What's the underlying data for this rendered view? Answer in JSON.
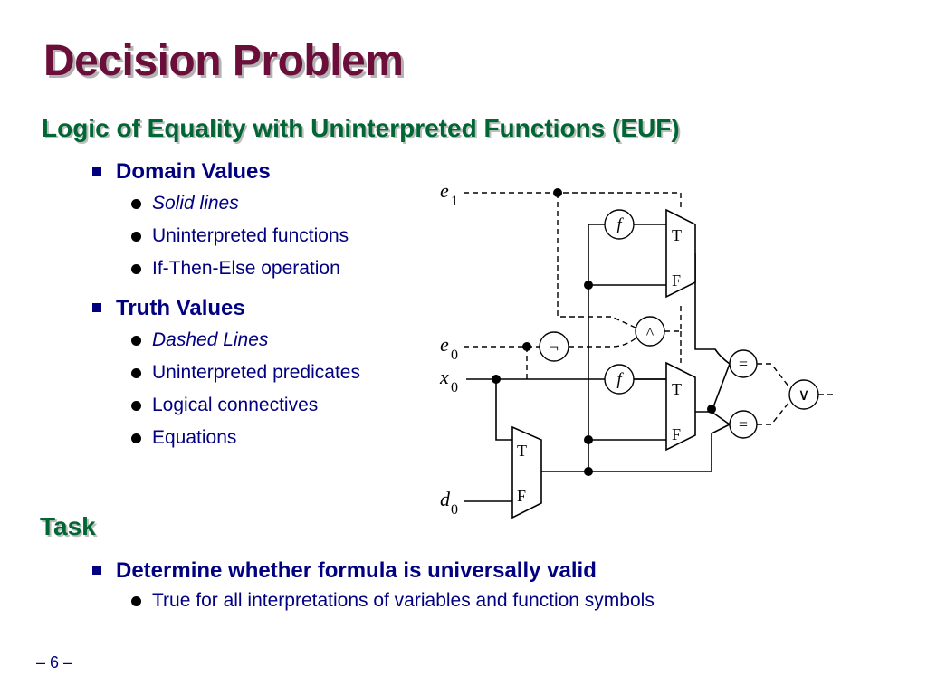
{
  "slide": {
    "title": "Decision Problem",
    "subtitle": "Logic of Equality with Uninterpreted Functions (EUF)",
    "sections": [
      {
        "heading": "Domain Values",
        "items": [
          "Solid lines",
          "Uninterpreted functions",
          "If-Then-Else operation"
        ]
      },
      {
        "heading": "Truth Values",
        "items": [
          "Dashed Lines",
          "Uninterpreted predicates",
          "Logical connectives",
          "Equations"
        ]
      }
    ],
    "task": {
      "heading": "Task",
      "item": "Determine whether formula is universally valid",
      "subitem": "True for all interpretations of variables and function symbols"
    },
    "page_number": "– 6 –"
  },
  "circuit": {
    "inputs": [
      {
        "var": "e",
        "sub": "1"
      },
      {
        "var": "e",
        "sub": "0"
      },
      {
        "var": "x",
        "sub": "0"
      },
      {
        "var": "d",
        "sub": "0"
      }
    ],
    "mux_true": "T",
    "mux_false": "F",
    "function_symbol": "f",
    "not_symbol": "¬",
    "and_symbol": "^",
    "or_symbol": "∨",
    "eq_symbol": "="
  },
  "colors": {
    "title": "#6b0f3a",
    "subtitle": "#006633",
    "body_text": "#000080"
  }
}
